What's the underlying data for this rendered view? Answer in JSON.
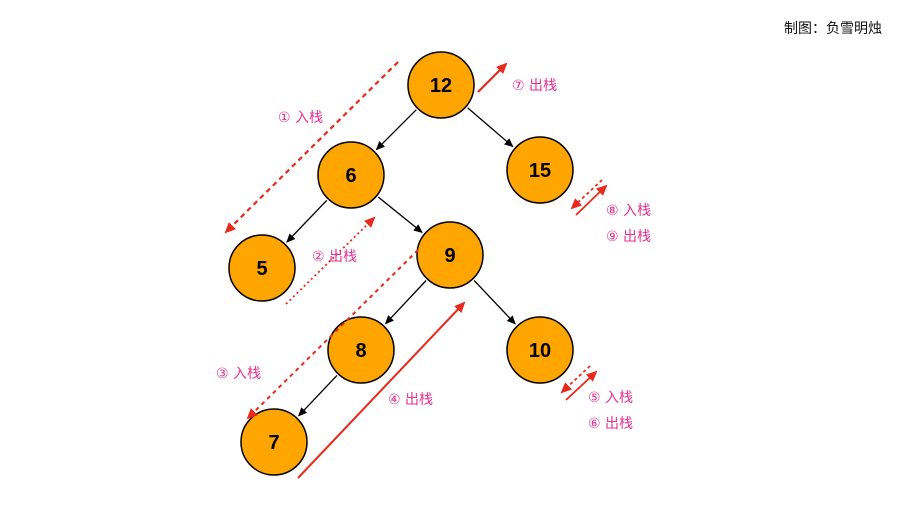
{
  "credit": "制图：负雪明烛",
  "colors": {
    "node_fill": "#FFA500",
    "node_stroke": "#000000",
    "edge": "#000000",
    "push_arrow": "#E8291C",
    "pop_arrow": "#E8291C",
    "annotation_text": "#E8318F"
  },
  "tree": {
    "root": "12",
    "nodes": [
      "12",
      "6",
      "15",
      "5",
      "9",
      "8",
      "10",
      "7"
    ],
    "edges": [
      [
        "12",
        "6"
      ],
      [
        "12",
        "15"
      ],
      [
        "6",
        "5"
      ],
      [
        "6",
        "9"
      ],
      [
        "9",
        "8"
      ],
      [
        "9",
        "10"
      ],
      [
        "8",
        "7"
      ]
    ]
  },
  "annotations": [
    {
      "id": "ann-1",
      "text": "① 入栈",
      "kind": "push",
      "near": "12-to-5"
    },
    {
      "id": "ann-2",
      "text": "② 出栈",
      "kind": "pop",
      "near": "5-to-6"
    },
    {
      "id": "ann-3",
      "text": "③ 入栈",
      "kind": "push",
      "near": "9-to-7"
    },
    {
      "id": "ann-4",
      "text": "④ 出栈",
      "kind": "pop",
      "near": "7-to-9"
    },
    {
      "id": "ann-5",
      "text": "⑤ 入栈",
      "kind": "push",
      "near": "10"
    },
    {
      "id": "ann-6",
      "text": "⑥ 出栈",
      "kind": "pop",
      "near": "10"
    },
    {
      "id": "ann-7",
      "text": "⑦ 出栈",
      "kind": "pop",
      "near": "12"
    },
    {
      "id": "ann-8",
      "text": "⑧ 入栈",
      "kind": "push",
      "near": "15"
    },
    {
      "id": "ann-9",
      "text": "⑨ 出栈",
      "kind": "pop",
      "near": "15"
    }
  ]
}
